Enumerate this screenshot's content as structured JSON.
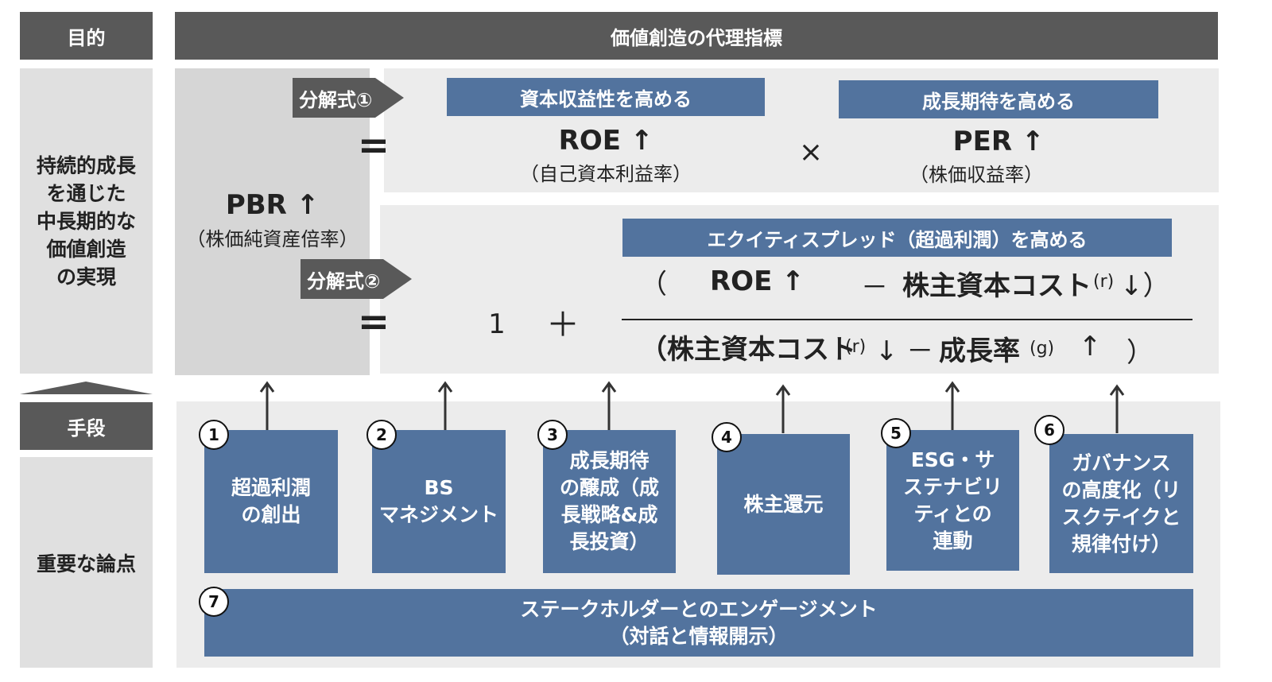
{
  "left": {
    "purpose_label": "目的",
    "purpose_text": "持続的成長\nを通じた\n中長期的な\n価値創造\nの実現",
    "means_label": "手段",
    "means_text": "重要な論点"
  },
  "header_title": "価値創造の代理指標",
  "pbr": {
    "label": "PBR ↑",
    "sub": "（株価純資産倍率）"
  },
  "decomp1": {
    "tag": "分解式①",
    "equals": "=",
    "roe_banner": "資本収益性を高める",
    "roe": "ROE ↑",
    "roe_sub": "（自己資本利益率）",
    "times": "×",
    "per_banner": "成長期待を高める",
    "per": "PER ↑",
    "per_sub": "（株価収益率）"
  },
  "decomp2": {
    "tag": "分解式②",
    "equals": "=",
    "one": "1",
    "plus": "＋",
    "banner": "エクイティスプレッド（超過利潤）を高める",
    "num_open": "（",
    "num_roe": "ROE ↑",
    "num_minus": "－",
    "num_cost": "株主資本コスト",
    "num_r": "(r)",
    "num_close": "↓）",
    "den_open": "（株主資本コスト",
    "den_r": "(r)",
    "den_down": "↓ －",
    "den_growth": "成長率",
    "den_g": "(g)",
    "den_up": "↑",
    "den_close": "）"
  },
  "issues": [
    {
      "num": "1",
      "text": "超過利潤\nの創出"
    },
    {
      "num": "2",
      "text": "BS\nマネジメント"
    },
    {
      "num": "3",
      "text": "成長期待\nの醸成（成\n長戦略&成\n長投資）"
    },
    {
      "num": "4",
      "text": "株主還元"
    },
    {
      "num": "5",
      "text": "ESG・サ\nステナビリ\nティとの\n連動"
    },
    {
      "num": "6",
      "text": "ガバナンス\nの高度化（リ\nスクテイクと\n規律付け）"
    }
  ],
  "engagement": {
    "num": "7",
    "line1": "ステークホルダーとのエンゲージメント",
    "line2": "（対話と情報開示）"
  },
  "colors": {
    "dark_gray": "#595959",
    "blue": "#52739e",
    "light_gray": "#e0e0e0"
  },
  "icons": {
    "arrow": "up-arrow-icon",
    "chevron": "chevron-up-icon"
  }
}
